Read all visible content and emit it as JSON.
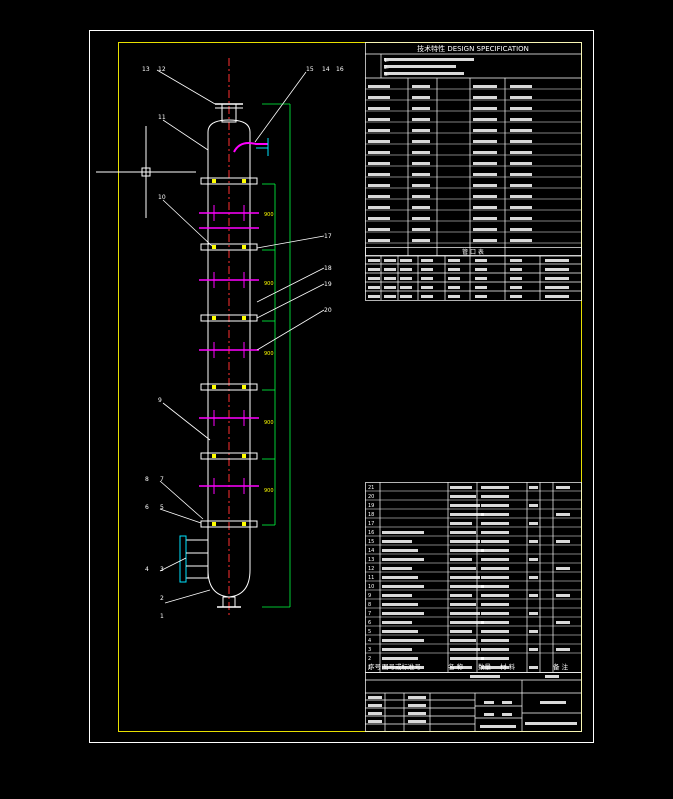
{
  "spec_header": "技术特性  DESIGN SPECIFICATION",
  "notes": [
    "1.",
    "2.",
    "3."
  ],
  "nozzle_header": "管  口  表",
  "balloons_top": [
    "13",
    "12",
    "15",
    "14",
    "16"
  ],
  "balloons_left": [
    "11",
    "10",
    "9",
    "8",
    "7",
    "6",
    "5",
    "4",
    "3",
    "2",
    "1"
  ],
  "balloons_right": [
    "17",
    "18",
    "19",
    "20"
  ],
  "parts_numbers": [
    "21",
    "20",
    "19",
    "18",
    "17",
    "16",
    "15",
    "14",
    "13",
    "12",
    "11",
    "10",
    "9",
    "8",
    "7",
    "6",
    "5",
    "4",
    "3",
    "2",
    "1"
  ],
  "title_block": {
    "seq": "序号",
    "drawing_no": "图号或标准号",
    "name": "名  称",
    "qty": "数量",
    "material": "材  料",
    "remarks": "备 注"
  },
  "colors": {
    "frame": "#ffffff",
    "inner_frame": "#e8e000",
    "table": "#ffffff",
    "vessel": "#ffffff",
    "centerline": "#ff3030",
    "magenta": "#ff00ff",
    "cyan": "#00e5ff",
    "green": "#00ff40",
    "yellow": "#ffff00"
  }
}
